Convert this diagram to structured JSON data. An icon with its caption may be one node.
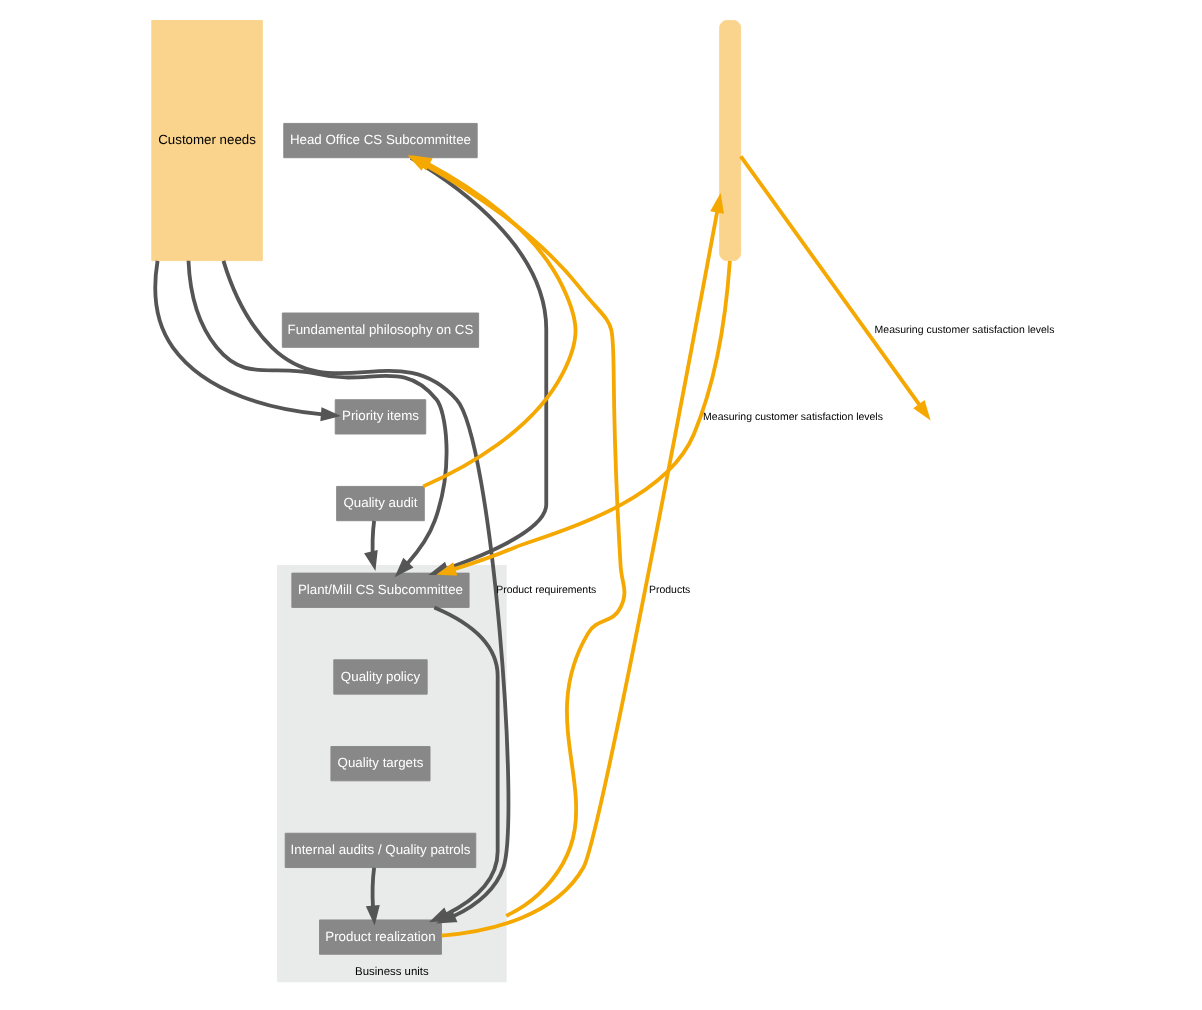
{
  "diagram": {
    "nodes": [
      {
        "text": [
          "Customer needs"
        ]
      },
      {
        "text": [
          "Head Office CS Subcommittee"
        ]
      },
      {
        "text": [
          "Fundamental philosophy on CS"
        ]
      },
      {
        "text": [
          "Priority items"
        ]
      },
      {
        "text": [
          "Quality audit"
        ]
      },
      {
        "text": [
          "Business units"
        ]
      },
      {
        "text": [
          "Plant/Mill CS Subcommittee"
        ],
        "in": 5
      },
      {
        "text": [
          "Quality policy"
        ],
        "in": 5
      },
      {
        "text": [
          "Quality targets"
        ],
        "in": 5
      },
      {
        "text": [
          "Internal audits / Quality patrols"
        ],
        "in": 5
      },
      {
        "text": [
          "Product realization"
        ],
        "in": 5
      },
      {
        "text": [],
        "shape": "bar"
      }
    ],
    "edges": [
      {
        "from": 0,
        "to": 3,
        "arrow": "to"
      },
      {
        "from": 1,
        "to": 6,
        "arrow": "to"
      },
      {
        "from": 4,
        "to": 5,
        "arrow": "to"
      },
      {
        "from": 4,
        "to": 1,
        "arrow": "to",
        "color": "#f5a800"
      },
      {
        "from": 5,
        "to": 1,
        "arrow": "to",
        "color": "#f5a800"
      },
      {
        "from": 11,
        "to": null,
        "arrow": "to",
        "label": "Measuring customer satisfaction levels",
        "color": "#f5a800"
      },
      {
        "from": 0,
        "to": 6,
        "arrow": "to"
      },
      {
        "from": 11,
        "to": 6,
        "arrow": "to",
        "label": "Measuring customer satisfaction levels",
        "color": "#f5a800"
      },
      {
        "from": 6,
        "to": 10,
        "arrow": "to"
      },
      {
        "from": 9,
        "to": 10,
        "arrow": "to"
      },
      {
        "from": 0,
        "to": 10,
        "arrow": "to",
        "label": "Product requirements"
      },
      {
        "from": 10,
        "to": 11,
        "arrow": "to",
        "label": "Products",
        "color": "#f5a800"
      }
    ]
  }
}
